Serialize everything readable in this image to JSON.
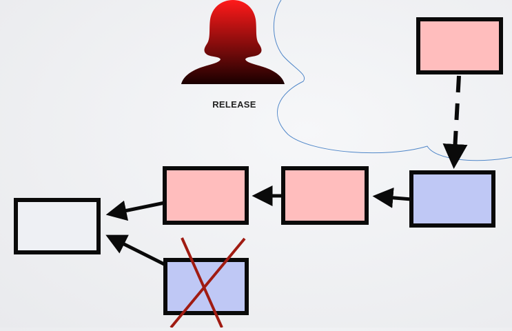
{
  "person": {
    "label": "RELEASE",
    "icon": "person-silhouette-icon",
    "gradient_top": "#ff1a1a",
    "gradient_bottom": "#1a0000"
  },
  "colors": {
    "pink_box": "#ffbdbd",
    "blue_box": "#bfc8f5",
    "white_box": "#eef0f4",
    "stroke": "#0a0a0a",
    "cloud_stroke": "#4f86c8",
    "cross": "#a01b12"
  },
  "nodes": [
    {
      "id": "remote-commit",
      "fill": "pink"
    },
    {
      "id": "local-head",
      "fill": "blue"
    },
    {
      "id": "middle-commit",
      "fill": "pink"
    },
    {
      "id": "upper-commit",
      "fill": "pink"
    },
    {
      "id": "base-commit",
      "fill": "white"
    },
    {
      "id": "discarded-commit",
      "fill": "blue",
      "crossed": true
    }
  ]
}
